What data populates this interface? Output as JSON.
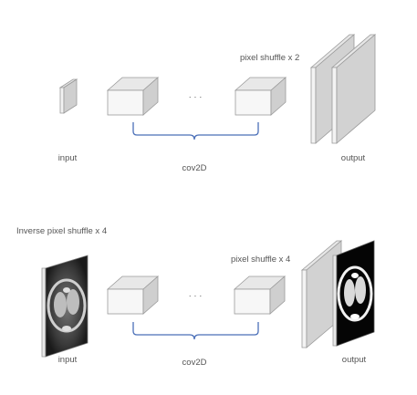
{
  "top": {
    "input_label": "input",
    "conv_label": "cov2D",
    "shuffle_label": "pixel shuffle x 2",
    "output_label": "output",
    "ellipsis": "· · ·"
  },
  "bottom": {
    "inverse_label": "Inverse pixel shuffle x 4",
    "input_label": "input",
    "conv_label": "cov2D",
    "shuffle_label": "pixel shuffle x 4",
    "output_label": "output",
    "ellipsis": "· · ·"
  },
  "colors": {
    "box_face": "#f4f4f4",
    "box_side": "#c9c9c9",
    "box_stroke": "#9a9a9a",
    "brace": "#4a6fb8",
    "slab": "#d0d0d0"
  }
}
